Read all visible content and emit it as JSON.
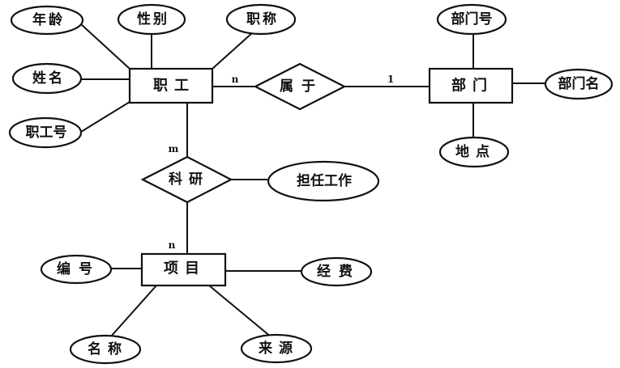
{
  "diagram": {
    "type": "er-diagram",
    "entities": [
      {
        "id": "employee",
        "label": "职工",
        "attributes": [
          "年龄",
          "性别",
          "职称",
          "姓名",
          "职工号"
        ]
      },
      {
        "id": "department",
        "label": "部门",
        "attributes": [
          "部门号",
          "部门名",
          "地点"
        ]
      },
      {
        "id": "project",
        "label": "项目",
        "attributes": [
          "编号",
          "经费",
          "名称",
          "来源"
        ]
      }
    ],
    "relationships": [
      {
        "id": "belongs",
        "label": "属于",
        "from": "employee",
        "to": "department",
        "from_cardinality": "n",
        "to_cardinality": "1",
        "attributes": []
      },
      {
        "id": "research",
        "label": "科研",
        "from": "employee",
        "to": "project",
        "from_cardinality": "m",
        "to_cardinality": "n",
        "attributes": [
          "担任工作"
        ]
      }
    ]
  }
}
